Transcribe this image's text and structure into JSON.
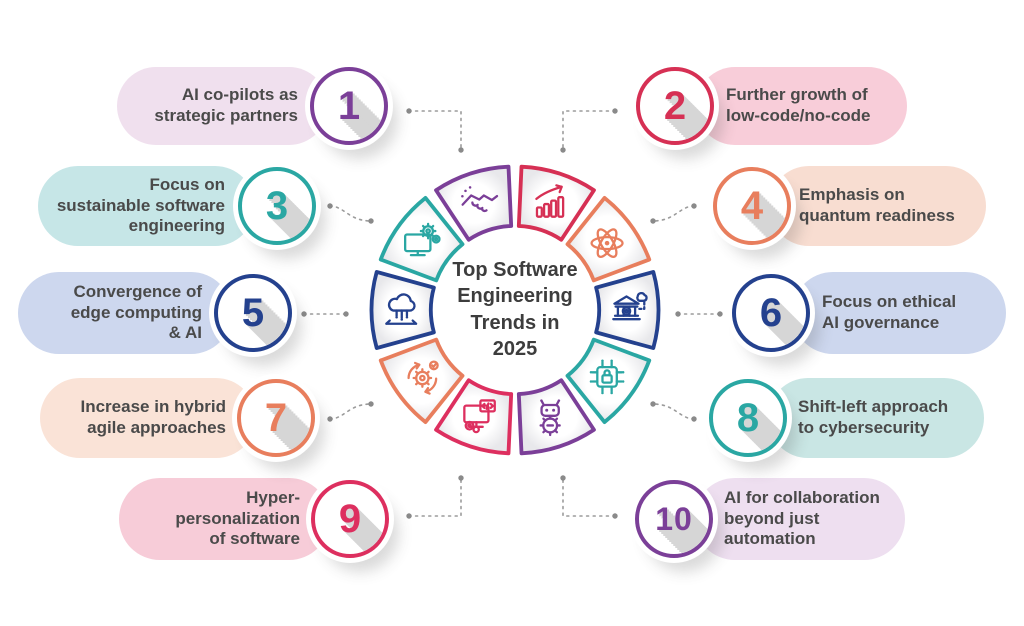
{
  "title": {
    "text": "Top Software\nEngineering\nTrends in\n2025"
  },
  "items": [
    {
      "number": "1",
      "label": "AI co-pilots as\nstrategic partners",
      "side": "left",
      "color": "#7b3f98",
      "bg": "#f0e0ee",
      "icon": "handshake-icon"
    },
    {
      "number": "2",
      "label": "Further growth of\nlow-code/no-code",
      "side": "right",
      "color": "#d63054",
      "bg": "#f8cdd9",
      "icon": "growth-chart-icon"
    },
    {
      "number": "3",
      "label": "Focus on\nsustainable software\nengineering",
      "side": "left",
      "color": "#2aa7a3",
      "bg": "#c6e6e7",
      "icon": "sustainable-monitor-icon"
    },
    {
      "number": "4",
      "label": "Emphasis on\nquantum readiness",
      "side": "right",
      "color": "#e87e5d",
      "bg": "#f8ddd1",
      "icon": "atom-icon"
    },
    {
      "number": "5",
      "label": "Convergence of\nedge computing\n& AI",
      "side": "left",
      "color": "#24418e",
      "bg": "#cdd7ee",
      "icon": "edge-cloud-laptop-icon"
    },
    {
      "number": "6",
      "label": "Focus on ethical\nAI governance",
      "side": "right",
      "color": "#24418e",
      "bg": "#cdd7ee",
      "icon": "governance-bank-icon"
    },
    {
      "number": "7",
      "label": "Increase in hybrid\nagile approaches",
      "side": "left",
      "color": "#e87e5d",
      "bg": "#fae3d7",
      "icon": "agile-gears-icon"
    },
    {
      "number": "8",
      "label": "Shift-left approach\nto cybersecurity",
      "side": "right",
      "color": "#2aa7a3",
      "bg": "#c9e6e4",
      "icon": "chip-lock-icon"
    },
    {
      "number": "9",
      "label": "Hyper-\npersonalization\nof software",
      "side": "left",
      "color": "#dd2f5f",
      "bg": "#f7ccd8",
      "icon": "personalization-monitor-icon"
    },
    {
      "number": "10",
      "label": "AI for collaboration\nbeyond just\nautomation",
      "side": "right",
      "color": "#7b3f98",
      "bg": "#eedff0",
      "icon": "robot-gear-icon"
    }
  ],
  "wheel": {
    "order_clockwise_from_top": [
      2,
      4,
      6,
      8,
      10,
      9,
      7,
      5,
      3,
      1
    ]
  }
}
